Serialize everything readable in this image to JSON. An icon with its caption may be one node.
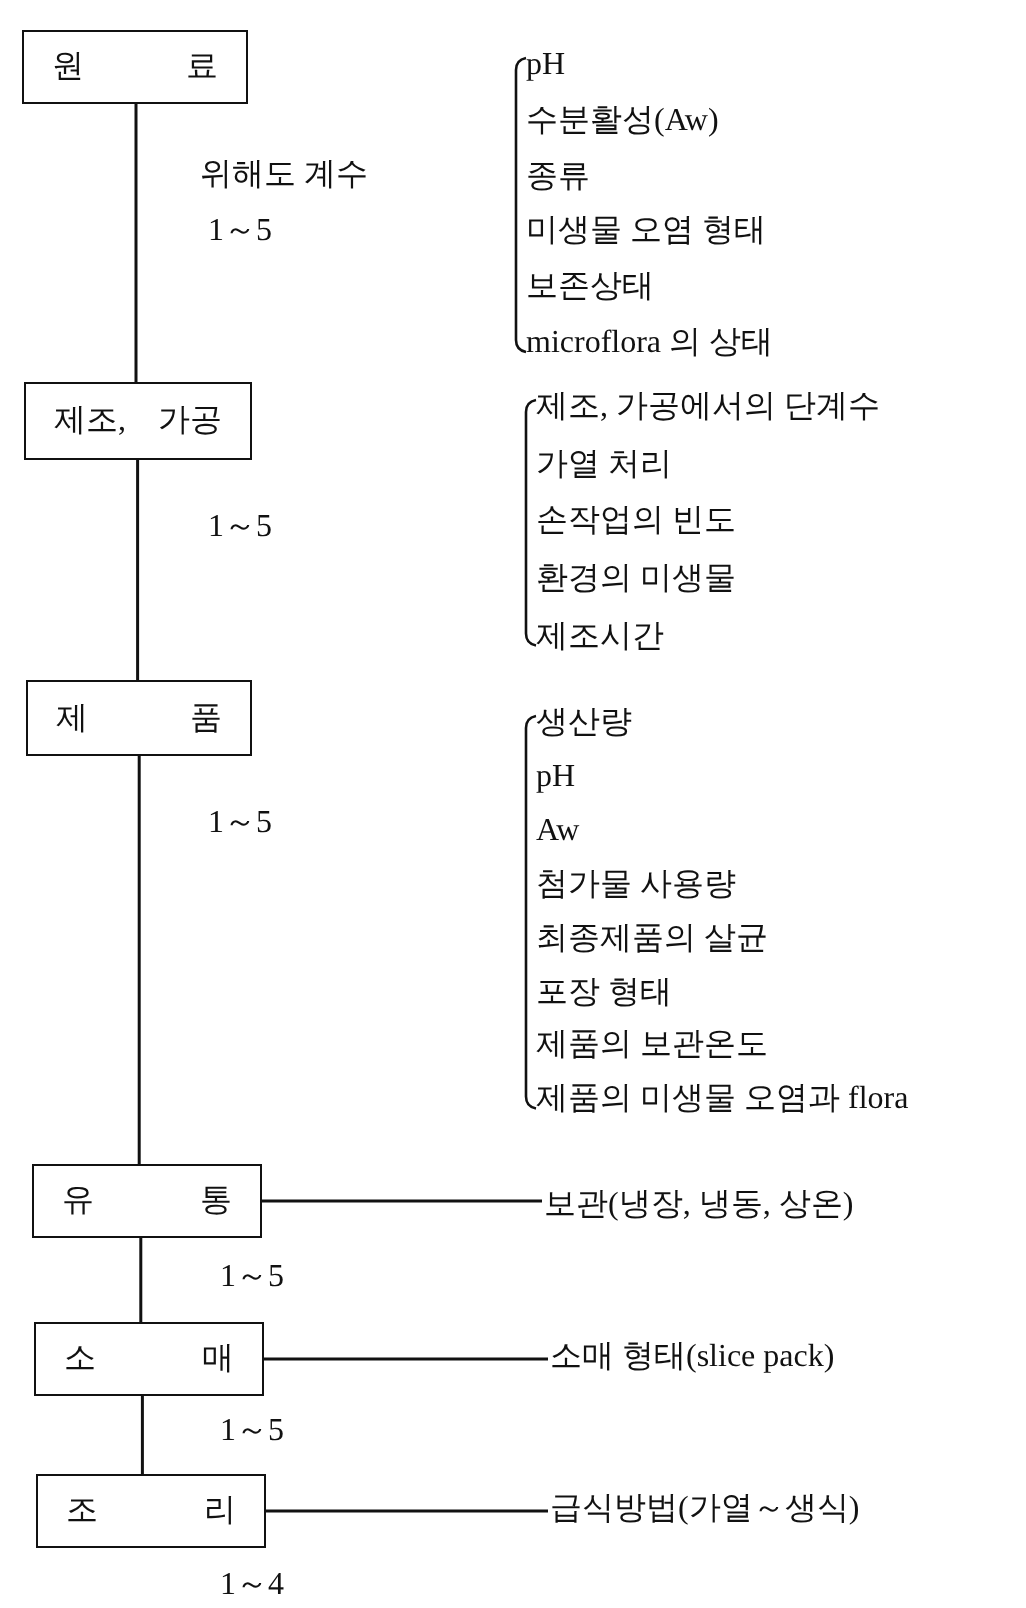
{
  "diagram": {
    "nodes": [
      {
        "text": [
          "원 료"
        ]
      },
      {
        "text": [
          "제조, 가공"
        ]
      },
      {
        "text": [
          "제 품"
        ]
      },
      {
        "text": [
          "유 통"
        ]
      },
      {
        "text": [
          "소 매"
        ]
      },
      {
        "text": [
          "조 리"
        ]
      },
      {
        "text": [
          "보관(냉장, 냉동, 상온)"
        ]
      },
      {
        "text": [
          "소매 형태(slice pack)"
        ]
      },
      {
        "text": [
          "급식방법(가열～생식)"
        ]
      }
    ],
    "edges": [
      {
        "from": 0,
        "to": 1,
        "arrow": "none",
        "label": "1～5"
      },
      {
        "from": 1,
        "to": 2,
        "arrow": "none",
        "label": "1～5"
      },
      {
        "from": 2,
        "to": 3,
        "arrow": "none",
        "label": "1～5"
      },
      {
        "from": 3,
        "to": 4,
        "arrow": "none",
        "label": "1～5"
      },
      {
        "from": 4,
        "to": 5,
        "arrow": "none",
        "label": "1～5"
      },
      {
        "from": 3,
        "to": 6,
        "arrow": "none"
      },
      {
        "from": 4,
        "to": 7,
        "arrow": "none"
      },
      {
        "from": 5,
        "to": 8,
        "arrow": "none"
      }
    ],
    "labels": [
      "위해도 계수",
      "pH",
      "수분활성(Aw)",
      "종류",
      "미생물 오염 형태",
      "보존상태",
      "microflora 의 상태",
      "제조, 가공에서의 단계수",
      "가열 처리",
      "손작업의 빈도",
      "환경의 미생물",
      "제조시간",
      "생산량",
      "pH",
      "Aw",
      "첨가물 사용량",
      "최종제품의 살균",
      "포장 형태",
      "제품의 보관온도",
      "제품의 미생물 오염과 flora",
      "1～4"
    ]
  }
}
